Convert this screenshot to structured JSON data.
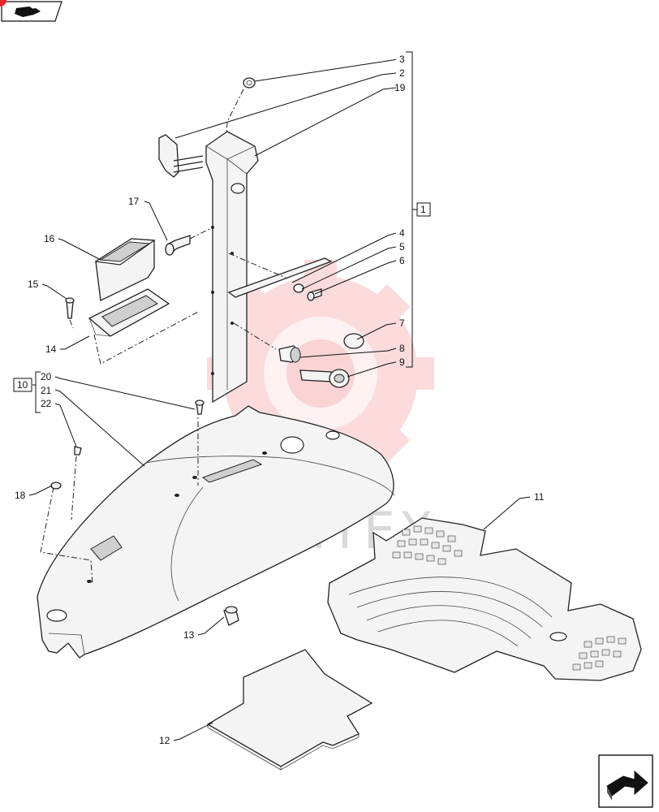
{
  "callouts": {
    "c1": "1",
    "c2": "2",
    "c3": "3",
    "c4": "4",
    "c5": "5",
    "c6": "6",
    "c7": "7",
    "c8": "8",
    "c9": "9",
    "c10": "10",
    "c11": "11",
    "c12": "12",
    "c13": "13",
    "c14": "14",
    "c15": "15",
    "c16": "16",
    "c17": "17",
    "c18": "18",
    "c19": "19",
    "c20": "20",
    "c21": "21",
    "c22": "22"
  },
  "watermark": {
    "text": "ИНТЕХ",
    "color": "#e8262a"
  },
  "icons": {
    "top_left": "book-forward-icon",
    "bottom_right": "next-page-arrow-icon"
  },
  "colors": {
    "accent_red": "#e8262a",
    "line": "#222222"
  }
}
